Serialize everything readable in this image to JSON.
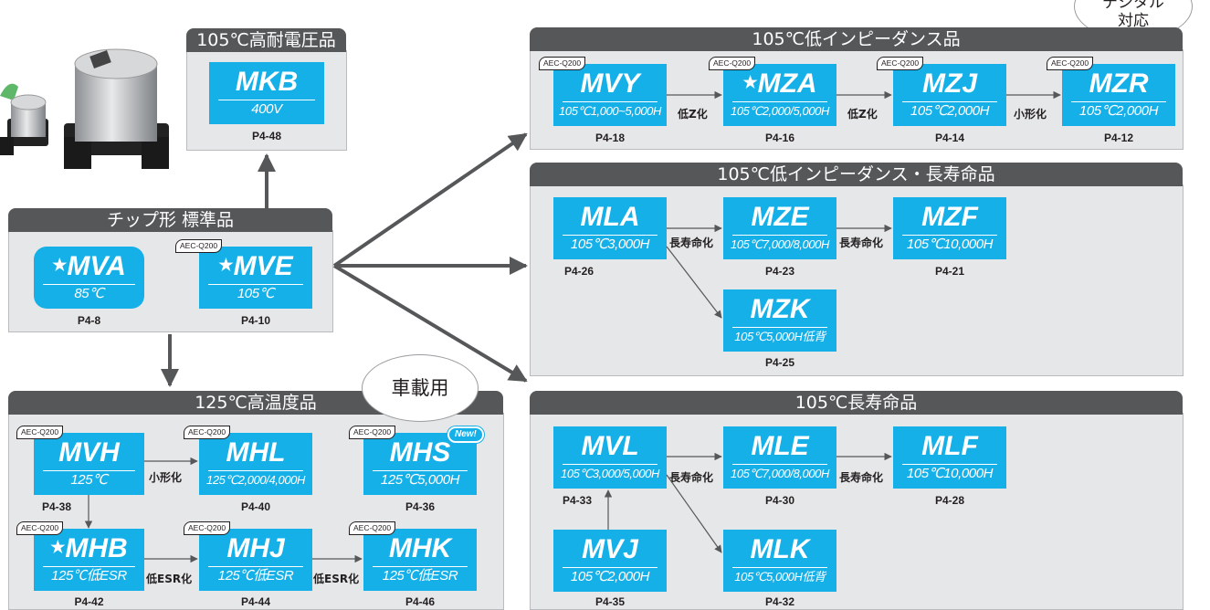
{
  "badges": {
    "aec": "AEC-Q200",
    "new": "New!",
    "star": "★"
  },
  "bubbles": {
    "digital": [
      "デジタル",
      "対応"
    ],
    "automotive": "車載用"
  },
  "groups": {
    "high_voltage": {
      "title": "105℃高耐電圧品",
      "items": [
        {
          "name": "MKB",
          "sub": "400V",
          "page": "P4-48"
        }
      ]
    },
    "standard": {
      "title": "チップ形 標準品",
      "items": [
        {
          "name": "MVA",
          "sub": "85℃",
          "page": "P4-8"
        },
        {
          "name": "MVE",
          "sub": "105℃",
          "page": "P4-10"
        }
      ]
    },
    "low_imp": {
      "title": "105℃低インピーダンス品",
      "items": [
        {
          "name": "MVY",
          "sub": "105℃1,000~5,000H",
          "page": "P4-18"
        },
        {
          "name": "MZA",
          "sub": "105℃2,000/5,000H",
          "page": "P4-16"
        },
        {
          "name": "MZJ",
          "sub": "105℃2,000H",
          "page": "P4-14"
        },
        {
          "name": "MZR",
          "sub": "105℃2,000H",
          "page": "P4-12"
        }
      ],
      "connectors": [
        "低Z化",
        "低Z化",
        "小形化"
      ]
    },
    "low_imp_long": {
      "title": "105℃低インピーダンス・長寿命品",
      "items": [
        {
          "name": "MLA",
          "sub": "105℃3,000H",
          "page": "P4-26"
        },
        {
          "name": "MZE",
          "sub": "105℃7,000/8,000H",
          "page": "P4-23"
        },
        {
          "name": "MZF",
          "sub": "105℃10,000H",
          "page": "P4-21"
        },
        {
          "name": "MZK",
          "sub": "105℃5,000H低背",
          "page": "P4-25"
        }
      ],
      "connectors": [
        "長寿命化",
        "長寿命化"
      ]
    },
    "high_temp": {
      "title": "125℃高温度品",
      "items": [
        {
          "name": "MVH",
          "sub": "125℃",
          "page": "P4-38"
        },
        {
          "name": "MHL",
          "sub": "125℃2,000/4,000H",
          "page": "P4-40"
        },
        {
          "name": "MHS",
          "sub": "125℃5,000H",
          "page": "P4-36"
        },
        {
          "name": "MHB",
          "sub": "125℃低ESR",
          "page": "P4-42"
        },
        {
          "name": "MHJ",
          "sub": "125℃低ESR",
          "page": "P4-44"
        },
        {
          "name": "MHK",
          "sub": "125℃低ESR",
          "page": "P4-46"
        }
      ],
      "connectors": [
        "小形化",
        "低ESR化",
        "低ESR化"
      ]
    },
    "long_life": {
      "title": "105℃長寿命品",
      "items": [
        {
          "name": "MVL",
          "sub": "105℃3,000/5,000H",
          "page": "P4-33"
        },
        {
          "name": "MLE",
          "sub": "105℃7,000/8,000H",
          "page": "P4-30"
        },
        {
          "name": "MLF",
          "sub": "105℃10,000H",
          "page": "P4-28"
        },
        {
          "name": "MVJ",
          "sub": "105℃2,000H",
          "page": "P4-35"
        },
        {
          "name": "MLK",
          "sub": "105℃5,000H低背",
          "page": "P4-32"
        }
      ],
      "connectors": [
        "長寿命化",
        "長寿命化"
      ]
    }
  },
  "colors": {
    "product": "#16b0e9",
    "header": "#555759",
    "panel": "#e6e7e8",
    "arrow": "#555759"
  }
}
